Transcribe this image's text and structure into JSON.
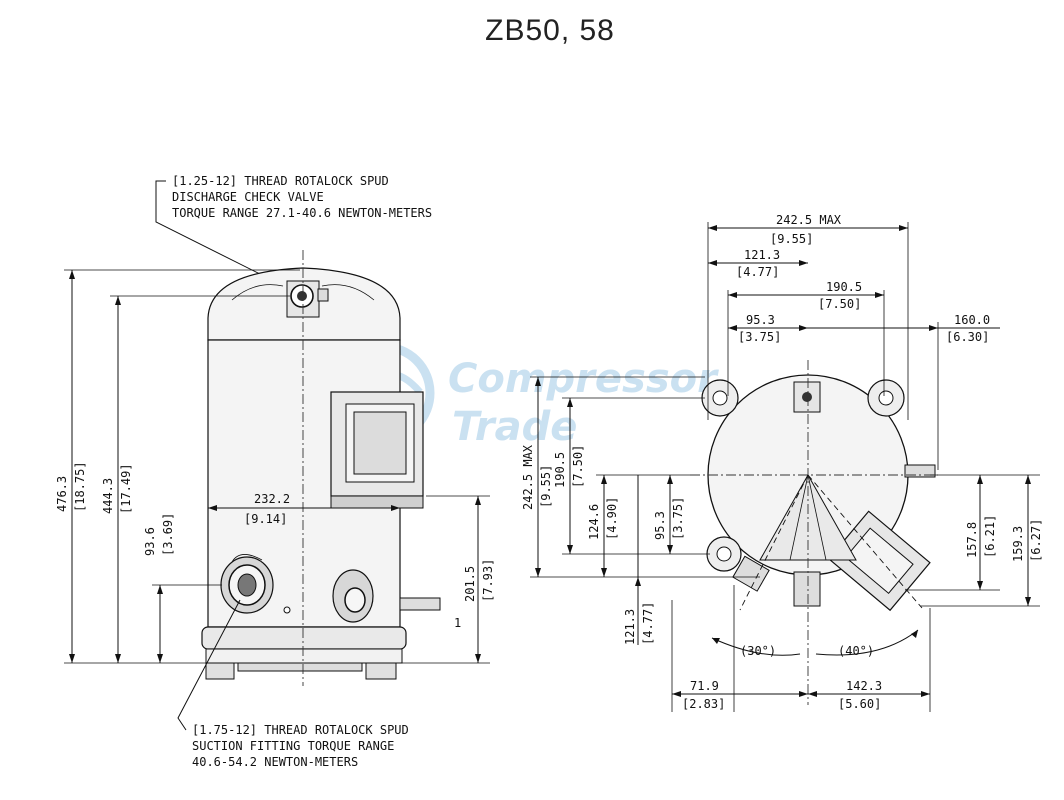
{
  "title": "ZB50, 58",
  "watermark": {
    "line1": "Compressor",
    "line2": "Trade",
    "color": "#9fc9e6"
  },
  "notes": {
    "discharge": [
      "[1.25-12] THREAD ROTALOCK SPUD",
      "DISCHARGE CHECK VALVE",
      "TORQUE RANGE 27.1-40.6 NEWTON-METERS"
    ],
    "suction": [
      "[1.75-12] THREAD ROTALOCK SPUD",
      "SUCTION FITTING TORQUE RANGE",
      "40.6-54.2 NEWTON-METERS"
    ]
  },
  "side_view": {
    "height_total": "476.3",
    "height_total_in": "[18.75]",
    "height_shell": "444.3",
    "height_shell_in": "[17.49]",
    "suction_height": "93.6",
    "suction_height_in": "[3.69]",
    "width": "232.2",
    "width_in": "[9.14]",
    "base_height": "201.5",
    "base_height_in": "[7.93]",
    "callout_1": "1"
  },
  "top_view": {
    "overall_width": "242.5 MAX",
    "overall_width_in": "[9.55]",
    "half_width": "121.3",
    "half_width_in": "[4.77]",
    "mount_spacing": "190.5",
    "mount_spacing_in": "[7.50]",
    "mount_half": "95.3",
    "mount_half_in": "[3.75]",
    "side_fitting": "160.0",
    "side_fitting_in": "[6.30]",
    "v_overall": "242.5 MAX",
    "v_overall_in": "[9.55]",
    "v_mount": "190.5",
    "v_mount_in": "[7.50]",
    "v_124": "124.6",
    "v_124_in": "[4.90]",
    "v_mount_half": "95.3",
    "v_mount_half_in": "[3.75]",
    "v_half": "121.3",
    "v_half_in": "[4.77]",
    "r_157": "157.8",
    "r_157_in": "[6.21]",
    "r_159": "159.3",
    "r_159_in": "[6.27]",
    "angle_left": "(30°)",
    "angle_right": "(40°)",
    "bottom_left": "71.9",
    "bottom_left_in": "[2.83]",
    "bottom_right": "142.3",
    "bottom_right_in": "[5.60]"
  }
}
